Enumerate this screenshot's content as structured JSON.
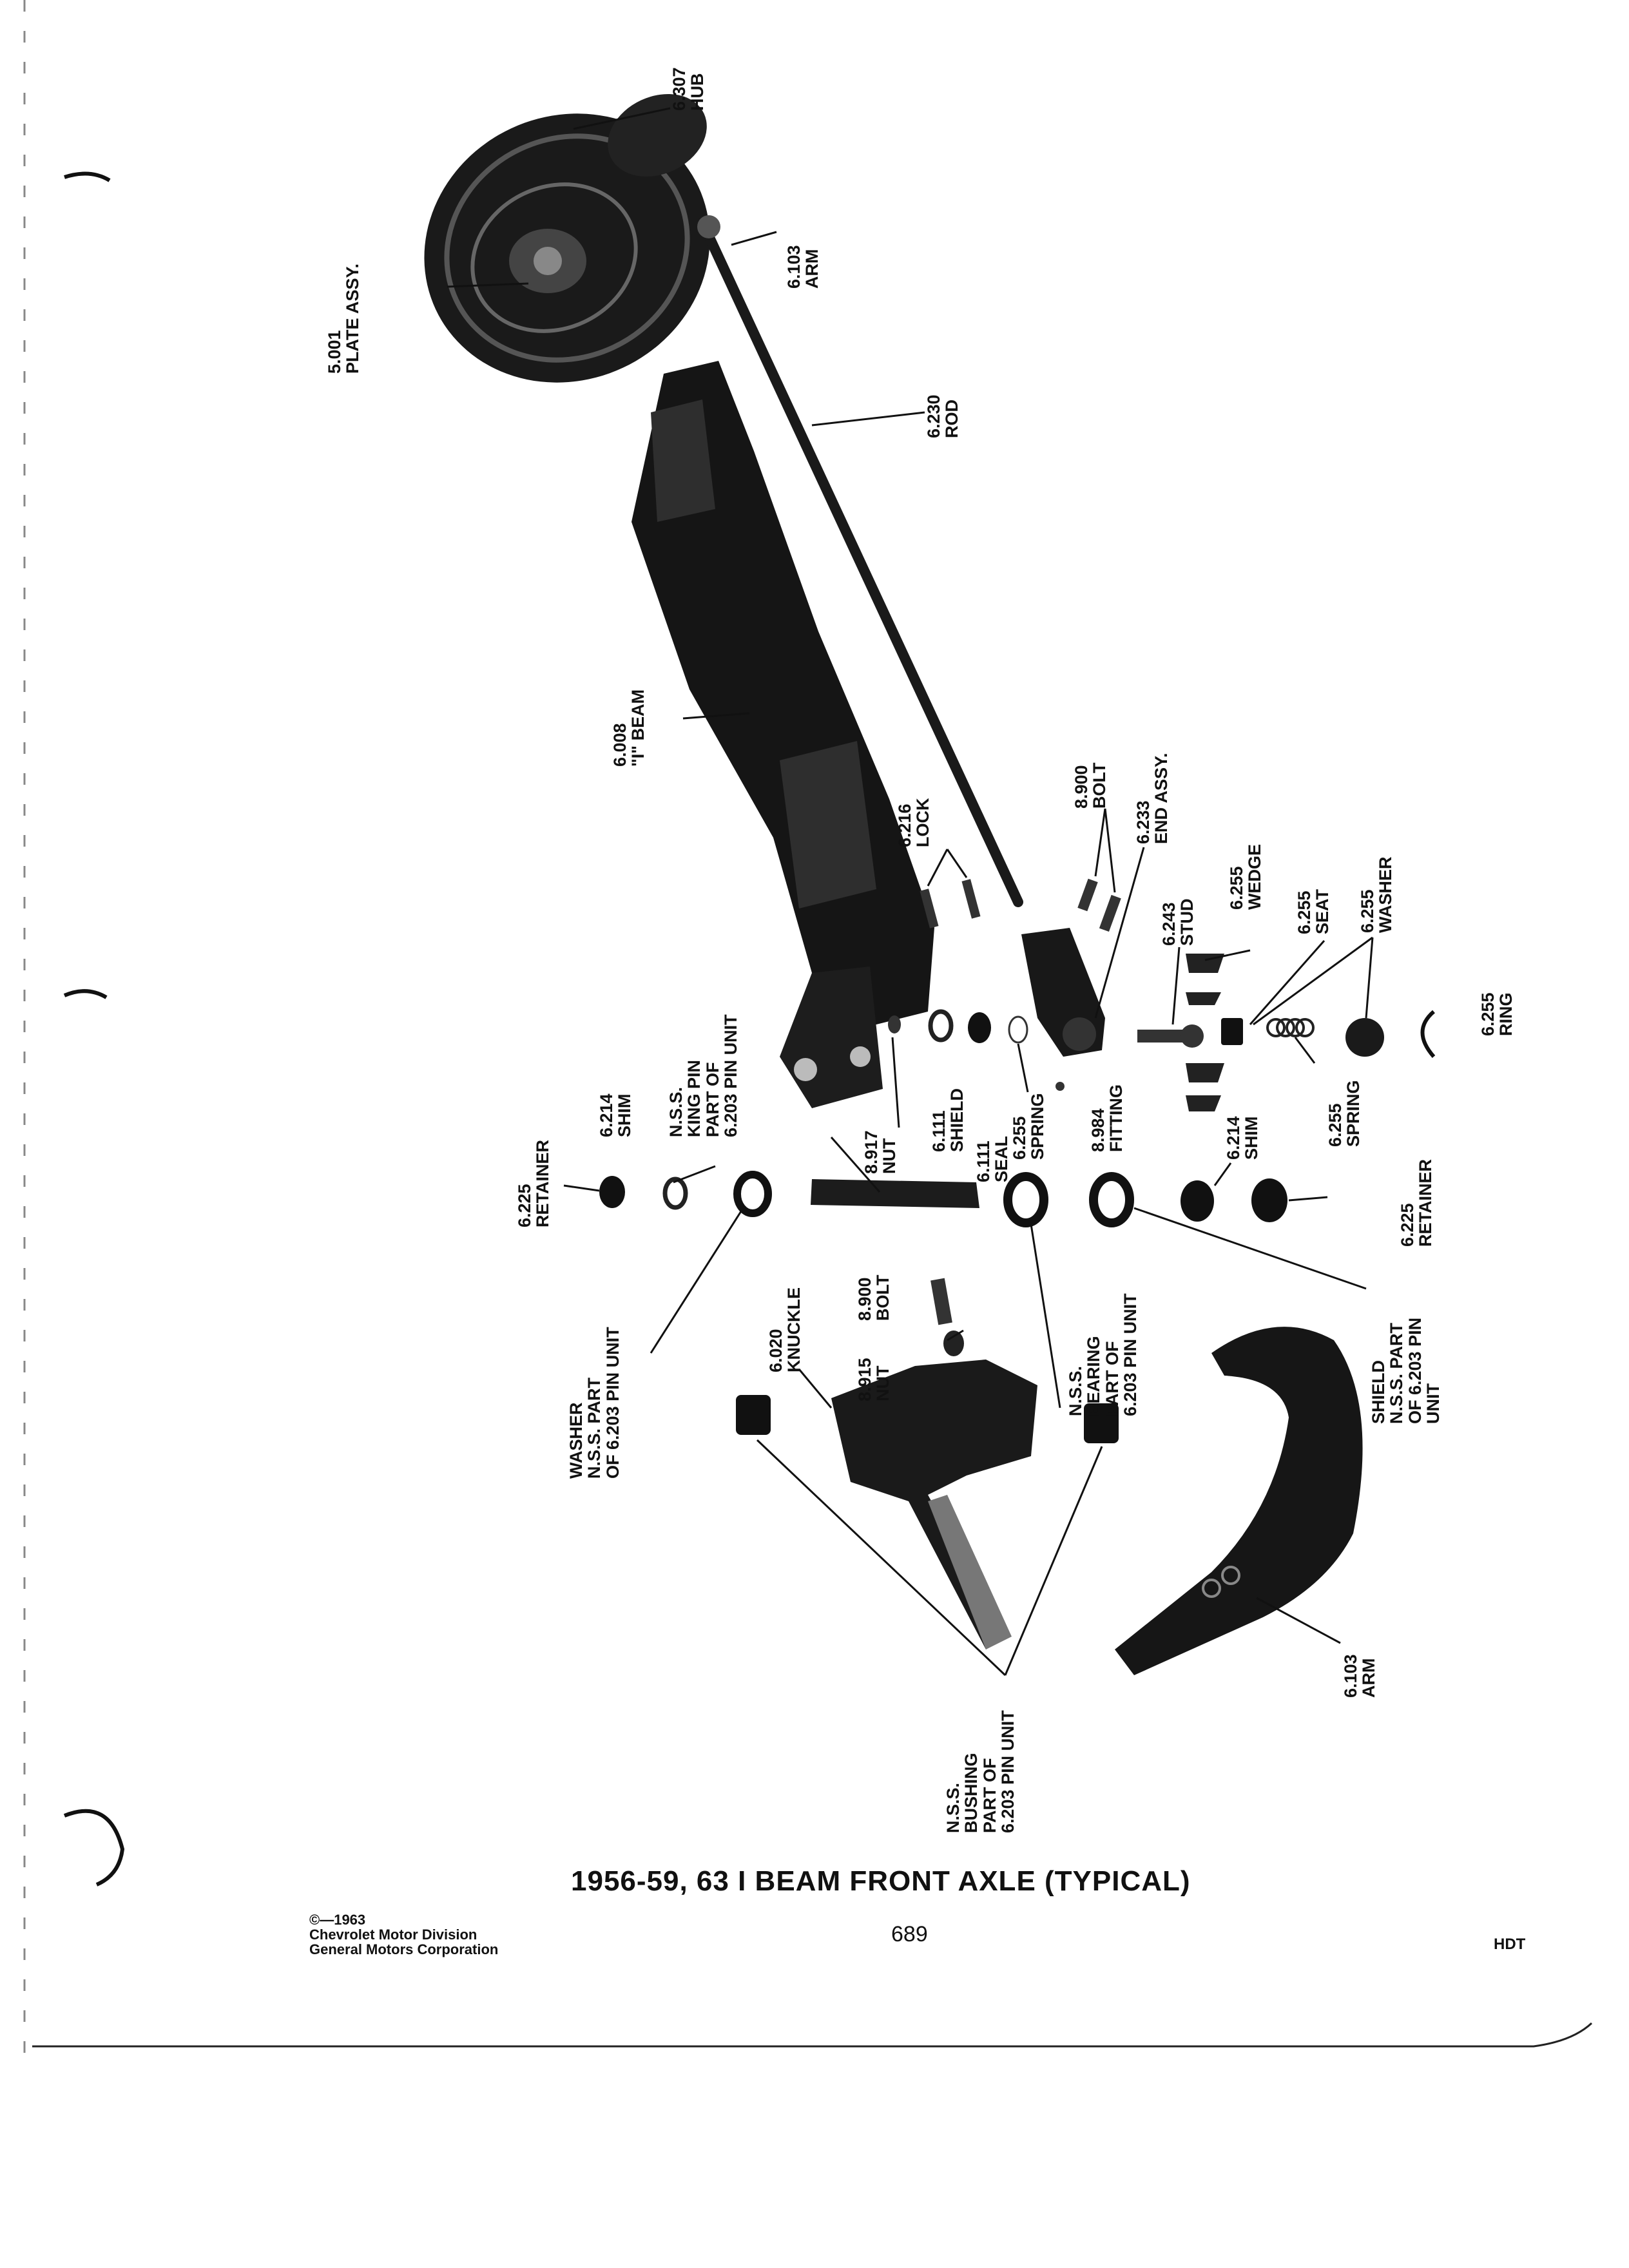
{
  "title": "1956-59, 63 I BEAM FRONT AXLE (TYPICAL)",
  "copyright": {
    "line1": "©—1963",
    "line2": "Chevrolet Motor Division",
    "line3": "General Motors Corporation"
  },
  "page_number": "689",
  "section_code": "HDT",
  "callouts": {
    "hub": {
      "num": "6.307",
      "name": "HUB"
    },
    "plate_assy": {
      "num": "5.001",
      "name": "PLATE ASSY."
    },
    "arm_top": {
      "num": "6.103",
      "name": "ARM"
    },
    "rod": {
      "num": "6.230",
      "name": "ROD"
    },
    "i_beam": {
      "num": "6.008",
      "name": "\"I\" BEAM"
    },
    "lock": {
      "num": "6.216",
      "name": "LOCK"
    },
    "bolt_top": {
      "num": "8.900",
      "name": "BOLT"
    },
    "end_assy": {
      "num": "6.233",
      "name": "END ASSY."
    },
    "stud": {
      "num": "6.243",
      "name": "STUD"
    },
    "wedge": {
      "num": "6.255",
      "name": "WEDGE"
    },
    "seat": {
      "num": "6.255",
      "name": "SEAT"
    },
    "washer_r": {
      "num": "6.255",
      "name": "WASHER"
    },
    "ring": {
      "num": "6.255",
      "name": "RING"
    },
    "spring_r": {
      "num": "6.255",
      "name": "SPRING"
    },
    "shim_r": {
      "num": "6.214",
      "name": "SHIM"
    },
    "fitting": {
      "num": "8.984",
      "name": "FITTING"
    },
    "spring_l": {
      "num": "6.255",
      "name": "SPRING"
    },
    "seal": {
      "num": "6.111",
      "name": "SEAL"
    },
    "shield_top": {
      "num": "6.111",
      "name": "SHIELD"
    },
    "nut_top": {
      "num": "8.917",
      "name": "NUT"
    },
    "king_pin": {
      "line1": "N.S.S.",
      "line2": "KING PIN",
      "line3": "PART OF",
      "line4": "6.203 PIN UNIT"
    },
    "shim_l": {
      "num": "6.214",
      "name": "SHIM"
    },
    "retainer_l": {
      "num": "6.225",
      "name": "RETAINER"
    },
    "retainer_r": {
      "num": "6.225",
      "name": "RETAINER"
    },
    "washer_l": {
      "line1": "WASHER",
      "line2": "N.S.S. PART",
      "line3": "OF 6.203 PIN UNIT"
    },
    "bolt_low": {
      "num": "8.900",
      "name": "BOLT"
    },
    "nut_low": {
      "num": "8.915",
      "name": "NUT"
    },
    "knuckle": {
      "num": "6.020",
      "name": "KNUCKLE"
    },
    "bearing": {
      "line1": "N.S.S.",
      "line2": "BEARING",
      "line3": "PART OF",
      "line4": "6.203 PIN UNIT"
    },
    "shield_low": {
      "line1": "SHIELD",
      "line2": "N.S.S. PART",
      "line3": "OF 6.203 PIN",
      "line4": "UNIT"
    },
    "arm_low": {
      "num": "6.103",
      "name": "ARM"
    },
    "bushing": {
      "line1": "N.S.S.",
      "line2": "BUSHING",
      "line3": "PART OF",
      "line4": "6.203 PIN UNIT"
    }
  }
}
